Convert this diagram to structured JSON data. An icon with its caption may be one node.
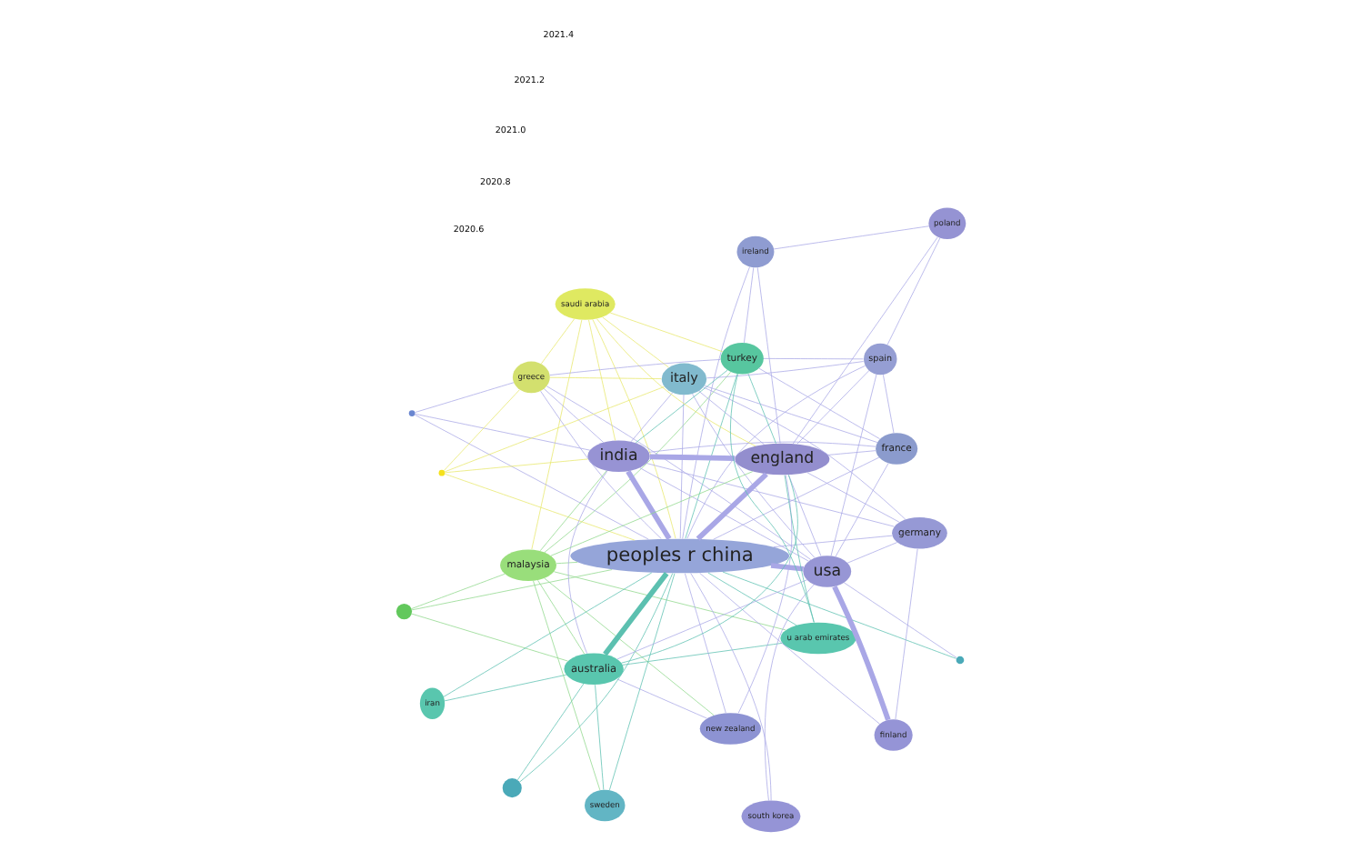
{
  "diagram": {
    "nodes": [
      {
        "text": [
          "iran"
        ]
      },
      {
        "text": [
          "new zealand"
        ]
      },
      {
        "text": [
          "finland"
        ]
      },
      {
        "text": [
          "australia"
        ]
      },
      {
        "text": [
          "malaysia"
        ]
      },
      {
        "text": [],
        "shape": "circle"
      },
      {
        "text": [],
        "shape": "circle"
      },
      {
        "text": [],
        "shape": "circle"
      },
      {
        "text": [
          "peoples r china"
        ]
      },
      {
        "text": [
          "south korea"
        ]
      },
      {
        "text": [
          "sweden"
        ]
      },
      {
        "text": [
          "usa"
        ]
      },
      {
        "text": [
          "u arab emirates"
        ]
      },
      {
        "text": [
          "india"
        ]
      },
      {
        "text": [
          "england"
        ]
      },
      {
        "text": [
          "germany"
        ]
      },
      {
        "text": [
          "france"
        ]
      },
      {
        "text": [
          "saudi arabia"
        ]
      },
      {
        "text": [
          "ireland"
        ]
      },
      {
        "text": [
          "poland"
        ]
      },
      {
        "text": [
          "italy"
        ]
      },
      {
        "text": [],
        "shape": "circle"
      },
      {
        "text": [
          "turkey"
        ]
      },
      {
        "text": [
          "spain"
        ]
      },
      {
        "text": [],
        "shape": "circle"
      },
      {
        "text": [
          "greece"
        ]
      }
    ],
    "edges": [
      {
        "from": 8,
        "to": 0,
        "arrow": "none",
        "color": "#5cc0b0"
      },
      {
        "from": 8,
        "to": 1,
        "arrow": "none"
      },
      {
        "from": 8,
        "to": 2,
        "arrow": "none"
      },
      {
        "from": 8,
        "to": 3,
        "arrow": "none",
        "style": "thick",
        "color": "#5cc0b0"
      },
      {
        "from": 8,
        "to": 4,
        "arrow": "none",
        "color": "#8fd88a"
      },
      {
        "from": 8,
        "to": 5,
        "arrow": "none",
        "color": "#8fd88a"
      },
      {
        "from": 8,
        "to": 6,
        "arrow": "none",
        "color": "#5cc0b0"
      },
      {
        "from": 8,
        "to": 7,
        "arrow": "none",
        "color": "#5cc0b0"
      },
      {
        "from": 8,
        "to": 9,
        "arrow": "none"
      },
      {
        "from": 8,
        "to": 10,
        "arrow": "none",
        "color": "#5cc0b0"
      },
      {
        "from": 8,
        "to": 11,
        "arrow": "none",
        "style": "thick"
      },
      {
        "from": 8,
        "to": 12,
        "arrow": "none",
        "color": "#5cc0b0"
      },
      {
        "from": 8,
        "to": 13,
        "arrow": "none",
        "style": "thick"
      },
      {
        "from": 8,
        "to": 14,
        "arrow": "none",
        "style": "thick"
      },
      {
        "from": 8,
        "to": 15,
        "arrow": "none"
      },
      {
        "from": 8,
        "to": 16,
        "arrow": "none"
      },
      {
        "from": 8,
        "to": 17,
        "arrow": "none",
        "color": "#e8e86a"
      },
      {
        "from": 8,
        "to": 18,
        "arrow": "none"
      },
      {
        "from": 8,
        "to": 20,
        "arrow": "none"
      },
      {
        "from": 8,
        "to": 21,
        "arrow": "none",
        "color": "#e8e86a"
      },
      {
        "from": 8,
        "to": 22,
        "arrow": "none",
        "color": "#5cc0b0"
      },
      {
        "from": 8,
        "to": 23,
        "arrow": "none"
      },
      {
        "from": 8,
        "to": 24,
        "arrow": "none"
      },
      {
        "from": 8,
        "to": 25,
        "arrow": "none"
      },
      {
        "from": 11,
        "to": 2,
        "arrow": "none",
        "style": "thick"
      },
      {
        "from": 11,
        "to": 9,
        "arrow": "none"
      },
      {
        "from": 11,
        "to": 13,
        "arrow": "none"
      },
      {
        "from": 11,
        "to": 14,
        "arrow": "none"
      },
      {
        "from": 11,
        "to": 15,
        "arrow": "none"
      },
      {
        "from": 11,
        "to": 16,
        "arrow": "none"
      },
      {
        "from": 11,
        "to": 20,
        "arrow": "none"
      },
      {
        "from": 11,
        "to": 3,
        "arrow": "none"
      },
      {
        "from": 11,
        "to": 7,
        "arrow": "none"
      },
      {
        "from": 11,
        "to": 23,
        "arrow": "none"
      },
      {
        "from": 11,
        "to": 25,
        "arrow": "none"
      },
      {
        "from": 14,
        "to": 13,
        "arrow": "none",
        "style": "thick"
      },
      {
        "from": 14,
        "to": 16,
        "arrow": "none"
      },
      {
        "from": 14,
        "to": 19,
        "arrow": "none"
      },
      {
        "from": 14,
        "to": 12,
        "arrow": "none",
        "color": "#5cc0b0"
      },
      {
        "from": 14,
        "to": 4,
        "arrow": "none",
        "color": "#8fd88a"
      },
      {
        "from": 14,
        "to": 3,
        "arrow": "none",
        "color": "#5cc0b0"
      },
      {
        "from": 14,
        "to": 1,
        "arrow": "none"
      },
      {
        "from": 14,
        "to": 20,
        "arrow": "none"
      },
      {
        "from": 14,
        "to": 22,
        "arrow": "none",
        "color": "#5cc0b0"
      },
      {
        "from": 14,
        "to": 23,
        "arrow": "none"
      },
      {
        "from": 14,
        "to": 18,
        "arrow": "none"
      },
      {
        "from": 14,
        "to": 17,
        "arrow": "none",
        "color": "#e8e86a"
      },
      {
        "from": 14,
        "to": 15,
        "arrow": "none"
      },
      {
        "from": 13,
        "to": 15,
        "arrow": "none"
      },
      {
        "from": 13,
        "to": 16,
        "arrow": "none"
      },
      {
        "from": 13,
        "to": 20,
        "arrow": "none"
      },
      {
        "from": 13,
        "to": 17,
        "arrow": "none",
        "color": "#e8e86a"
      },
      {
        "from": 13,
        "to": 22,
        "arrow": "none",
        "color": "#5cc0b0"
      },
      {
        "from": 13,
        "to": 25,
        "arrow": "none"
      },
      {
        "from": 13,
        "to": 21,
        "arrow": "none",
        "color": "#e8e86a"
      },
      {
        "from": 13,
        "to": 24,
        "arrow": "none"
      },
      {
        "from": 13,
        "to": 3,
        "arrow": "none"
      },
      {
        "from": 13,
        "to": 4,
        "arrow": "none",
        "color": "#8fd88a"
      },
      {
        "from": 3,
        "to": 5,
        "arrow": "none",
        "color": "#8fd88a"
      },
      {
        "from": 3,
        "to": 4,
        "arrow": "none",
        "color": "#8fd88a"
      },
      {
        "from": 3,
        "to": 1,
        "arrow": "none"
      },
      {
        "from": 3,
        "to": 0,
        "arrow": "none",
        "color": "#5cc0b0"
      },
      {
        "from": 3,
        "to": 6,
        "arrow": "none",
        "color": "#5cc0b0"
      },
      {
        "from": 3,
        "to": 10,
        "arrow": "none",
        "color": "#5cc0b0"
      },
      {
        "from": 3,
        "to": 12,
        "arrow": "none",
        "color": "#5cc0b0"
      },
      {
        "from": 4,
        "to": 5,
        "arrow": "none",
        "color": "#8fd88a"
      },
      {
        "from": 4,
        "to": 1,
        "arrow": "none",
        "color": "#8fd88a"
      },
      {
        "from": 4,
        "to": 10,
        "arrow": "none",
        "color": "#8fd88a"
      },
      {
        "from": 4,
        "to": 12,
        "arrow": "none",
        "color": "#8fd88a"
      },
      {
        "from": 4,
        "to": 17,
        "arrow": "none",
        "color": "#e8e86a"
      },
      {
        "from": 4,
        "to": 22,
        "arrow": "none",
        "color": "#8fd88a"
      },
      {
        "from": 20,
        "to": 21,
        "arrow": "none",
        "color": "#e8e86a"
      },
      {
        "from": 20,
        "to": 25,
        "arrow": "none",
        "color": "#e8e86a"
      },
      {
        "from": 20,
        "to": 23,
        "arrow": "none"
      },
      {
        "from": 20,
        "to": 17,
        "arrow": "none",
        "color": "#e8e86a"
      },
      {
        "from": 20,
        "to": 16,
        "arrow": "none"
      },
      {
        "from": 22,
        "to": 23,
        "arrow": "none"
      },
      {
        "from": 22,
        "to": 25,
        "arrow": "none"
      },
      {
        "from": 22,
        "to": 17,
        "arrow": "none",
        "color": "#e8e86a"
      },
      {
        "from": 22,
        "to": 12,
        "arrow": "none",
        "color": "#5cc0b0"
      },
      {
        "from": 22,
        "to": 18,
        "arrow": "none"
      },
      {
        "from": 25,
        "to": 24,
        "arrow": "none"
      },
      {
        "from": 25,
        "to": 21,
        "arrow": "none",
        "color": "#e8e86a"
      },
      {
        "from": 25,
        "to": 17,
        "arrow": "none",
        "color": "#e8e86a"
      },
      {
        "from": 19,
        "to": 18,
        "arrow": "none"
      },
      {
        "from": 19,
        "to": 23,
        "arrow": "none"
      },
      {
        "from": 15,
        "to": 20,
        "arrow": "none"
      },
      {
        "from": 15,
        "to": 2,
        "arrow": "none"
      },
      {
        "from": 16,
        "to": 22,
        "arrow": "none"
      },
      {
        "from": 16,
        "to": 23,
        "arrow": "none"
      }
    ],
    "labels": [
      "2020.6",
      "2020.8",
      "2021.0",
      "2021.2",
      "2021.4"
    ]
  }
}
